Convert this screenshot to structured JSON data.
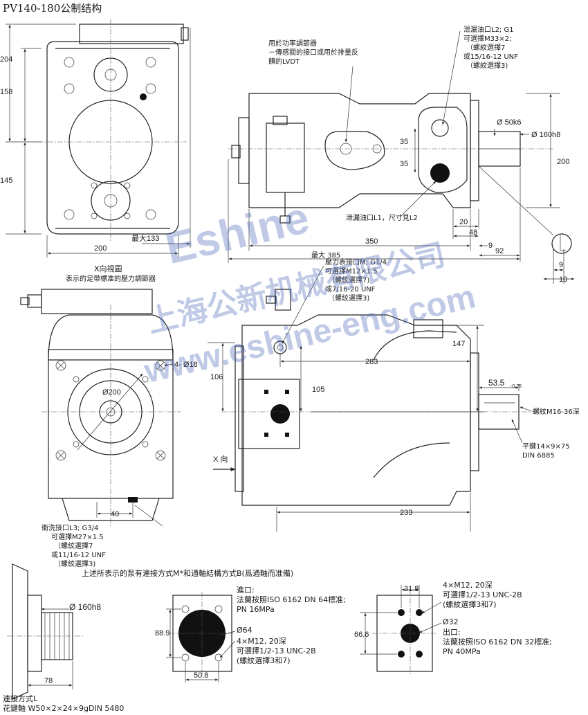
{
  "title": "PV140-180公制结构",
  "watermark": {
    "brand": "Eshine",
    "company": "上海公新机械有限公司",
    "url": "www.eshine-eng.com",
    "color": "#4a67b8"
  },
  "top_left_view": {
    "dims": {
      "h204": "204",
      "h158": "158",
      "h145": "145",
      "w200": "200",
      "max133": "最大133"
    }
  },
  "top_right_view": {
    "note_regulator": [
      "用於功率調節器",
      "－傳感閥的接口或用於排量反",
      "饋的LVDT"
    ],
    "note_drain_l2": [
      "泄漏油口L2;  G1",
      "可選擇M33×2;",
      "（螺紋選擇7",
      "或15/16-12   UNF",
      "（螺紋選擇3)"
    ],
    "note_drain_l1": "泄漏油口L1，尺寸見L2",
    "dims": {
      "shaft": "Ø 50k6",
      "pilot": "Ø 160h8",
      "d35a": "35",
      "d35b": "35",
      "d200": "200",
      "d20": "20",
      "d48": "48",
      "d350": "350",
      "d9a": "9",
      "d92": "92",
      "max385": "最大 385",
      "d9b": "9",
      "d10": "10"
    }
  },
  "x_view": {
    "title": "X向視圖",
    "caption": "表示的足帶標准的壓力調節器",
    "bolt": "4- Ø18",
    "d200": "Ø200",
    "d40": "40",
    "note_flush_l3": [
      "衝洗接口L3;  G3/4",
      "可選擇M27×1.5",
      "（螺紋選擇7",
      "或11/16-12 UNF",
      "（螺紋選擇3)"
    ]
  },
  "side_view": {
    "note_gauge_m": [
      "壓力表接口M;  G1/4",
      "可選擇M12×1.5",
      "（螺紋選擇7)",
      "或7/16-20  UNF",
      "（螺紋選擇3)"
    ],
    "dims": {
      "d147": "147",
      "d283": "283",
      "d106": "106",
      "d105": "105",
      "d535": "53.5",
      "d535tol": "-0.25",
      "d233": "233"
    },
    "thread": "螺紋M16-36深",
    "key": [
      "平鍵14×9×75",
      "DIN 6885"
    ],
    "xdir": "X 向"
  },
  "bottom": {
    "note_shaft_b": "上述所表示的泵有連接方式M*和通軸結構方式B(爲通軸而准備)",
    "spline": {
      "d160": "Ø 160h8",
      "d78": "78",
      "caption": [
        "連接方式L",
        "花鍵軸 W50×2×24×9gDIN 5480"
      ]
    },
    "inlet": {
      "header": [
        "進口:",
        "法蘭按照ISO 6162 DN 64標准;",
        "PN 16MPa"
      ],
      "bore": "Ø64",
      "thread": [
        "4×M12, 20深",
        "可選擇1/2-13 UNC-2B",
        "(螺紋選擇3和7)"
      ],
      "d889": "88.9",
      "d508": "50.8"
    },
    "outlet": {
      "d318": "31.8",
      "thread": [
        "4×M12, 20深",
        "可選擇1/2-13 UNC-2B",
        "(螺紋選擇3和7)"
      ],
      "bore": "Ø32",
      "header": [
        "出口:",
        "法蘭按照ISO 6162 DN 32標准;",
        "PN 40MPa"
      ],
      "d666": "66.6"
    }
  }
}
